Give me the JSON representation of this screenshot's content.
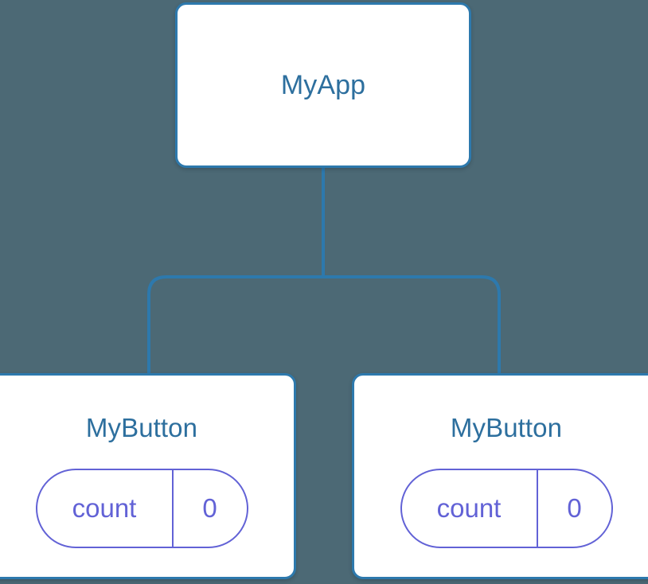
{
  "canvas": {
    "background_color": "#4c6975",
    "connector_color": "#2d79ad",
    "node_border_color": "#2d79ad",
    "node_background_color": "#ffffff",
    "node_title_color": "#2d6f9e",
    "state_accent_color": "#6262d6"
  },
  "tree": {
    "root": {
      "label": "MyApp"
    },
    "children": [
      {
        "label": "MyButton",
        "state": {
          "key": "count",
          "value": "0"
        }
      },
      {
        "label": "MyButton",
        "state": {
          "key": "count",
          "value": "0"
        }
      }
    ]
  }
}
